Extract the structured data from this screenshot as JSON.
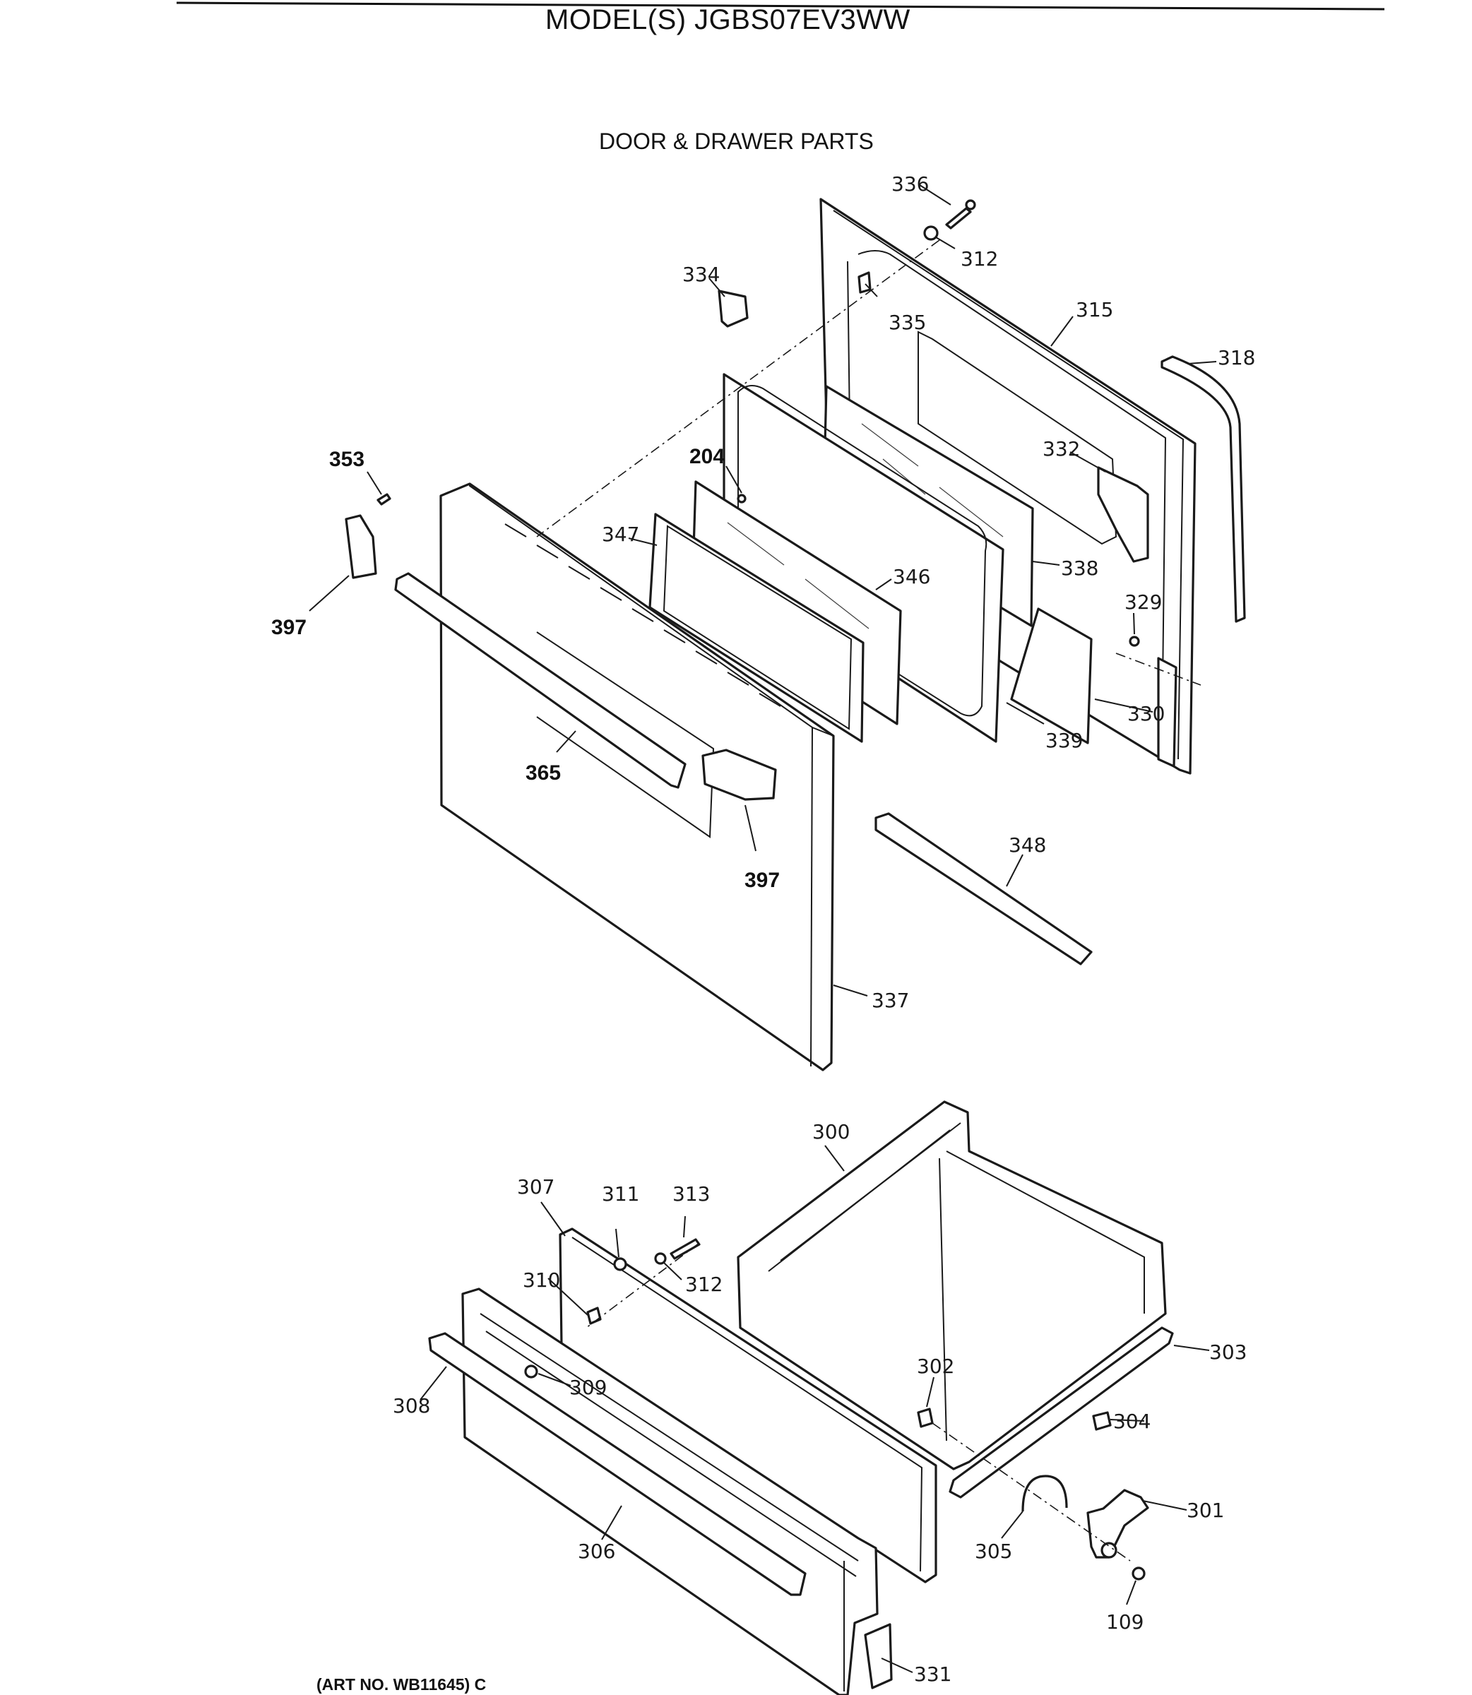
{
  "header": {
    "model_title": "MODEL(S) JGBS07EV3WW",
    "section_title": "DOOR & DRAWER PARTS"
  },
  "footer": {
    "art_number": "(ART NO. WB11645) C"
  },
  "callouts": {
    "c336": "336",
    "c312a": "312",
    "c334": "334",
    "c335": "335",
    "c315": "315",
    "c318": "318",
    "c332": "332",
    "c353": "353",
    "c204": "204",
    "c347": "347",
    "c346": "346",
    "c338": "338",
    "c329": "329",
    "c397a": "397",
    "c330": "330",
    "c339": "339",
    "c365": "365",
    "c397b": "397",
    "c348": "348",
    "c337": "337",
    "c300": "300",
    "c307": "307",
    "c311": "311",
    "c313": "313",
    "c310": "310",
    "c312b": "312",
    "c303": "303",
    "c302": "302",
    "c309": "309",
    "c308": "308",
    "c304": "304",
    "c301": "301",
    "c305": "305",
    "c306": "306",
    "c109": "109",
    "c331": "331"
  }
}
